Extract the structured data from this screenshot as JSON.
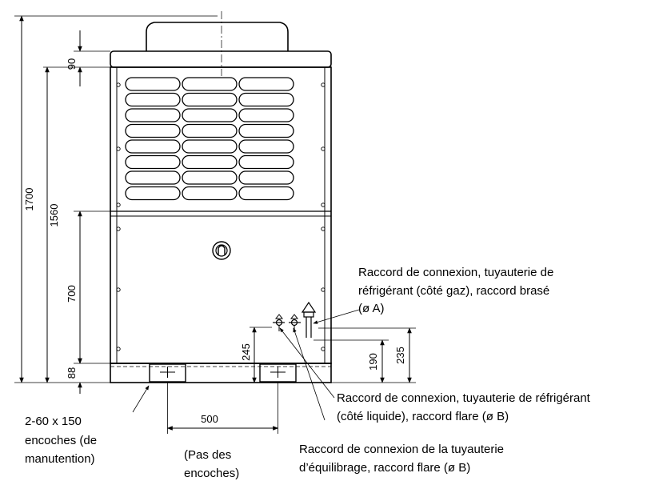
{
  "dimensions": {
    "overall_height": "1700",
    "body_height": "1560",
    "top_cap": "90",
    "lower_panel": "700",
    "base": "88",
    "port_offset": "245",
    "liquid_height": "190",
    "gas_height": "235",
    "slot_pitch": "500"
  },
  "labels": {
    "gas_line1": "Raccord de connexion, tuyauterie de",
    "gas_line2": "réfrigérant (côté gaz), raccord brasé",
    "gas_line3": "(ø A)",
    "liquid_line1": "Raccord de connexion, tuyauterie de réfrigérant",
    "liquid_line2": "(côté liquide), raccord flare (ø B)",
    "balance_line1": "Raccord de connexion de la tuyauterie",
    "balance_line2": "d’équilibrage, raccord flare (ø B)",
    "slots_line1": "2-60 x 150",
    "slots_line2": "encoches (de",
    "slots_line3": "manutention)",
    "pitch_line1": "(Pas des",
    "pitch_line2": "encoches)"
  }
}
